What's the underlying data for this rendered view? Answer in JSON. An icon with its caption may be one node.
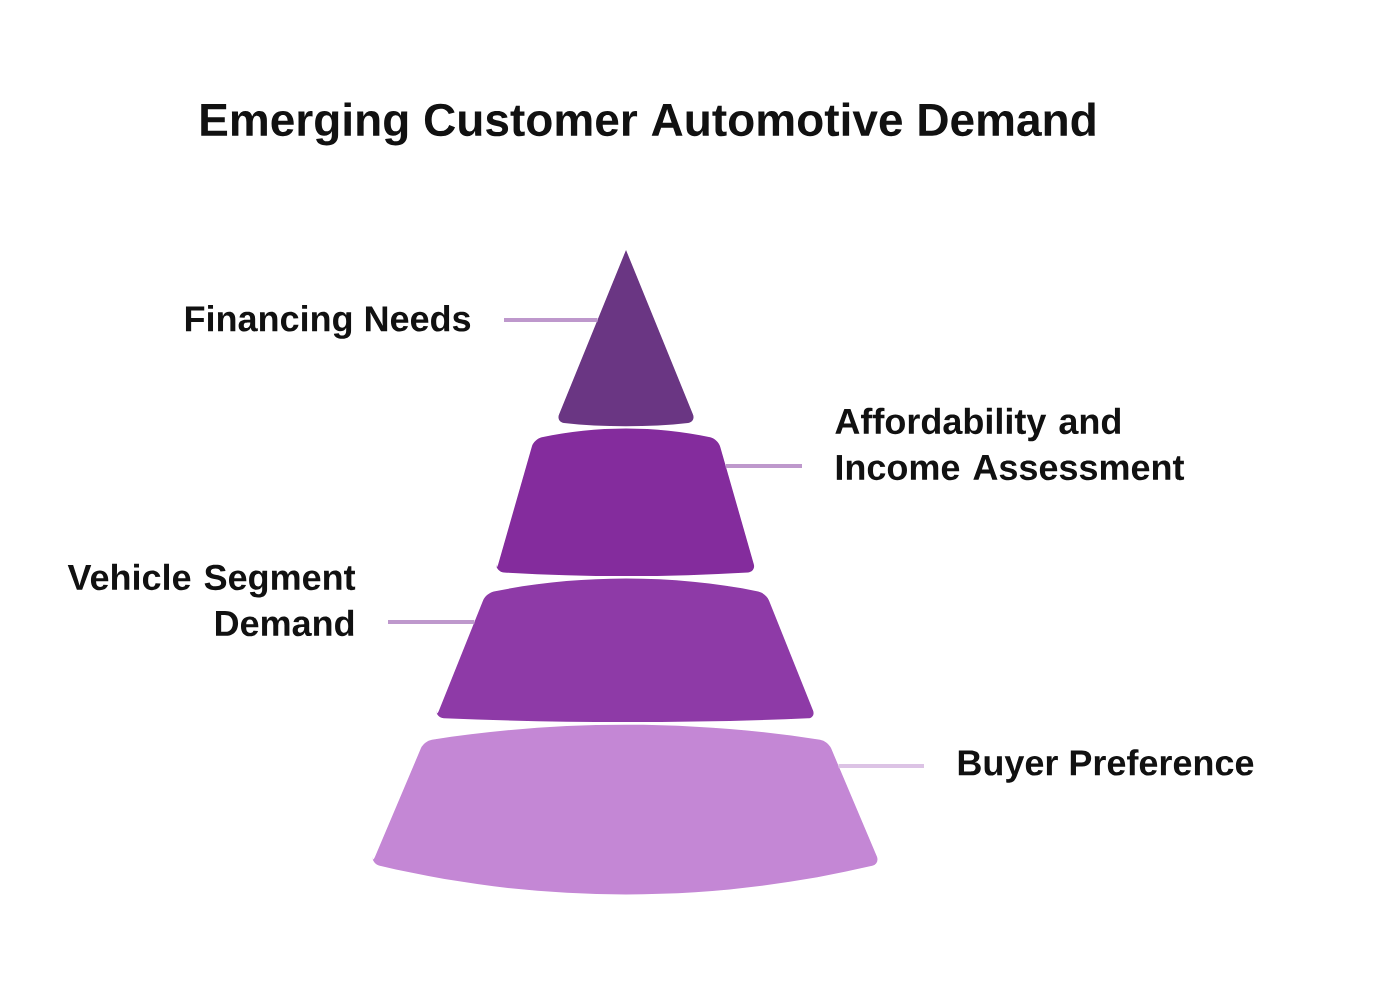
{
  "diagram": {
    "title": "Emerging Customer Automotive Demand",
    "nodes": [
      {
        "text": [
          "Financing Needs"
        ]
      },
      {
        "text": [],
        "shape": "triangle"
      },
      {
        "text": [],
        "shape": "trapezoid"
      },
      {
        "text": [
          "Affordability and Income Assessment"
        ]
      },
      {
        "text": [
          "Vehicle Segment Demand"
        ]
      },
      {
        "text": [],
        "shape": "trapezoid"
      },
      {
        "text": [],
        "shape": "trapezoid"
      },
      {
        "text": [
          "Buyer Preference"
        ]
      }
    ],
    "edges": [
      {
        "from": 0,
        "to": 1,
        "arrow": "none"
      },
      {
        "from": 3,
        "to": 2,
        "arrow": "none"
      },
      {
        "from": 4,
        "to": 5,
        "arrow": "none"
      },
      {
        "from": 7,
        "to": 6,
        "arrow": "none",
        "color": "#dcc3e5"
      }
    ]
  }
}
